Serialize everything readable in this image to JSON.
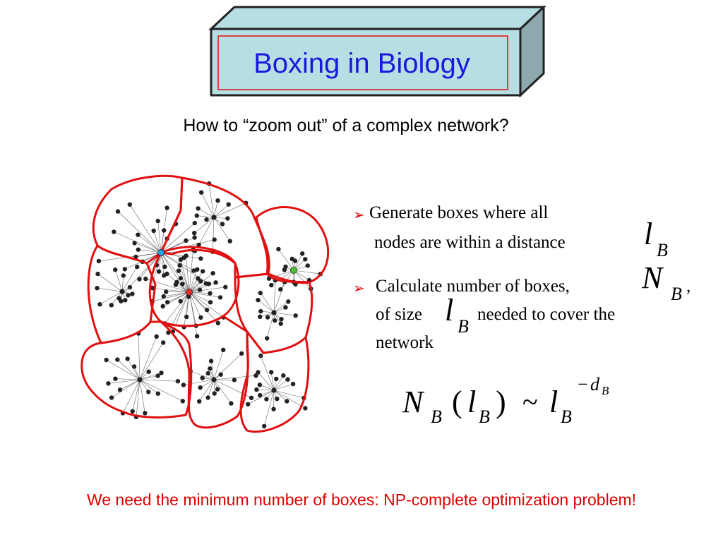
{
  "title": "Boxing in Biology",
  "subtitle": "How to “zoom out” of a complex network?",
  "bullets": [
    {
      "arrow": "➢",
      "line1": "Generate boxes where all",
      "line2": "nodes are within a distance",
      "var_main": "l",
      "var_sub": "B"
    },
    {
      "arrow": "➢",
      "line1": "Calculate number of boxes,",
      "var1_main": "N",
      "var1_sub": "B",
      "comma": ",",
      "line2_pre": "of size",
      "var2_main": "l",
      "var2_sub": "B",
      "line2_post": "needed to cover the",
      "line3": "network"
    }
  ],
  "formula": {
    "N": "N",
    "N_sub": "B",
    "open_paren": "(",
    "l": "l",
    "l_sub": "B",
    "close_paren": ")",
    "tilde": "~",
    "l2": "l",
    "l2_sub": "B",
    "exp_minus": "−",
    "exp_d": "d",
    "exp_d_sub": "B"
  },
  "footer": "We need the minimum number of boxes: NP-complete optimization problem!",
  "colors": {
    "title_text": "#1a1adc",
    "title_box_front": "#b7dfe3",
    "title_box_side": "#8ea9ad",
    "box_outline": "#e01010",
    "node": "#222222",
    "hub_red": "#e83030",
    "hub_blue": "#2aa0e0",
    "hub_green": "#50c030",
    "footer_text": "#e00000"
  }
}
